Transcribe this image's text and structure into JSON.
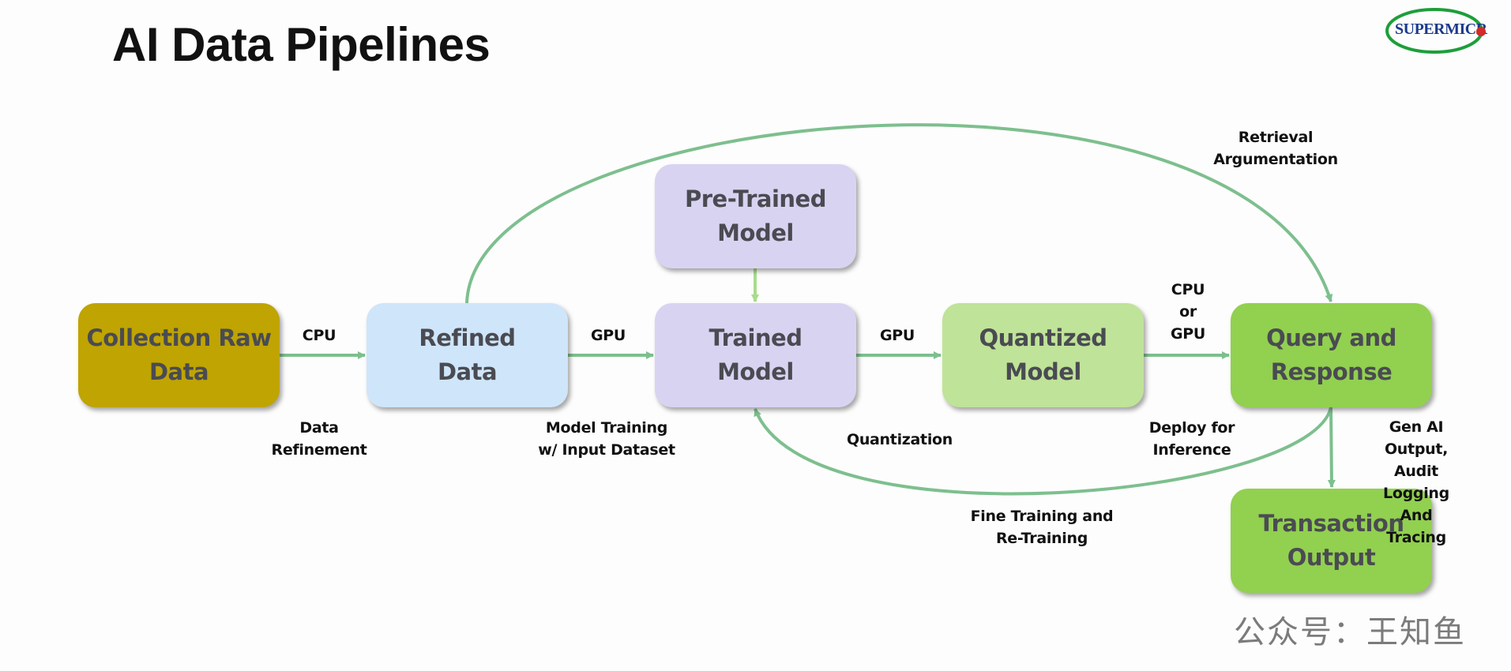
{
  "slide": {
    "title": "AI Data Pipelines",
    "logo_text": "SUPERMICR",
    "watermark": "公众号：王知鱼"
  },
  "colors": {
    "arrow": "#7dbf8e",
    "arrow_light": "#a8dc8c",
    "collection_raw_data": "#bfa402",
    "refined_data": "#cfe5fa",
    "pre_trained_model": "#d9d3f2",
    "trained_model": "#d9d3f2",
    "quantized_model": "#bfe398",
    "query_and_response": "#92d050",
    "transaction_output": "#92d050",
    "logo_ring": "#1e9e3a",
    "logo_text": "#1b3a8a",
    "logo_dot": "#d42a2a"
  },
  "nodes": {
    "collection_raw_data": "Collection Raw\nData",
    "refined_data": "Refined\nData",
    "pre_trained_model": "Pre-Trained\nModel",
    "trained_model": "Trained\nModel",
    "quantized_model": "Quantized\nModel",
    "query_and_response": "Query and\nResponse",
    "transaction_output": "Transaction\nOutput"
  },
  "edge_labels": {
    "cpu_1": "CPU",
    "data_refinement": "Data\nRefinement",
    "gpu_1": "GPU",
    "model_training": "Model Training\nw/ Input Dataset",
    "gpu_2": "GPU",
    "quantization": "Quantization",
    "cpu_or_gpu": "CPU\nor\nGPU",
    "deploy_for_inference": "Deploy for\nInference",
    "retrieval_argumentation": "Retrieval\nArgumentation",
    "gen_ai_output": "Gen AI Output,\nAudit Logging\nAnd Tracing",
    "fine_training": "Fine Training and\nRe-Training"
  }
}
